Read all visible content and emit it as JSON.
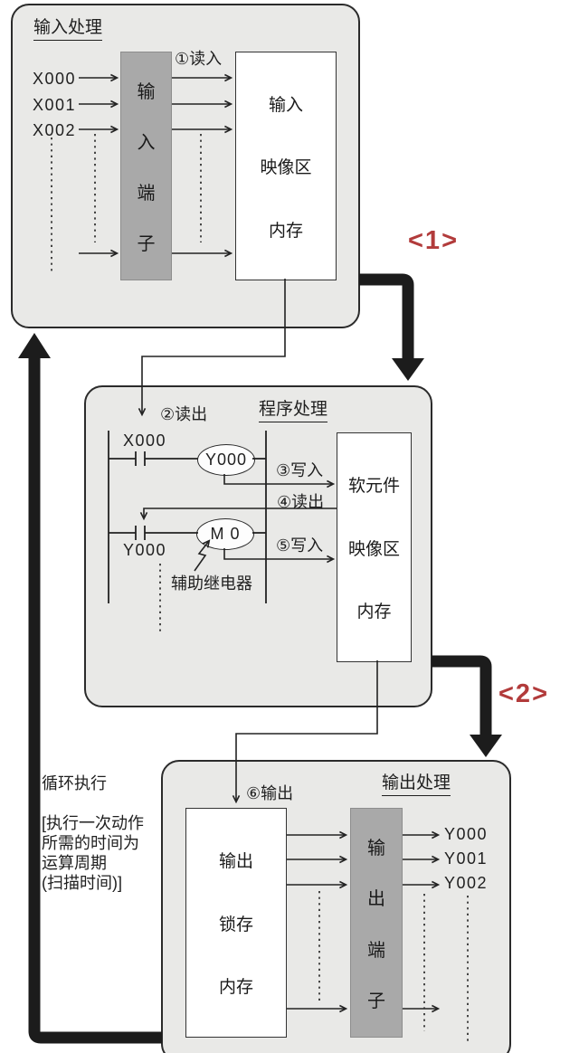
{
  "colors": {
    "accent_red": "#b23b3b",
    "panel_bg": "#e9e9e7",
    "box_gray": "#a9a9a9",
    "box_white": "#ffffff",
    "line_dark": "#1c1c1c"
  },
  "flow": {
    "step1_label": "<1>",
    "step2_label": "<2>"
  },
  "input_panel": {
    "title": "输入处理",
    "read_label": "①读入",
    "inputs": [
      "X000",
      "X001",
      "X002"
    ],
    "terminal_chars": [
      "输",
      "入",
      "端",
      "子"
    ],
    "memory_lines": [
      "输入",
      "映像区",
      "内存"
    ]
  },
  "program_panel": {
    "title": "程序处理",
    "read_out_label": "②读出",
    "write_label_3": "③写入",
    "read_label_4": "④读出",
    "write_label_5": "⑤写入",
    "contact1": "X000",
    "coil1": "Y000",
    "contact2_label": "Y000",
    "coil2": "M 0",
    "relay_note": "辅助继电器",
    "memory_lines": [
      "软元件",
      "映像区",
      "内存"
    ]
  },
  "output_panel": {
    "title": "输出处理",
    "output_label": "⑥输出",
    "latch_lines": [
      "输出",
      "锁存",
      "内存"
    ],
    "terminal_chars": [
      "输",
      "出",
      "端",
      "子"
    ],
    "outputs": [
      "Y000",
      "Y001",
      "Y002"
    ]
  },
  "loop_note": {
    "line1": "循环执行",
    "line2": "[执行一次动作",
    "line3": "所需的时间为",
    "line4": "运算周期",
    "line5": "(扫描时间)]"
  }
}
